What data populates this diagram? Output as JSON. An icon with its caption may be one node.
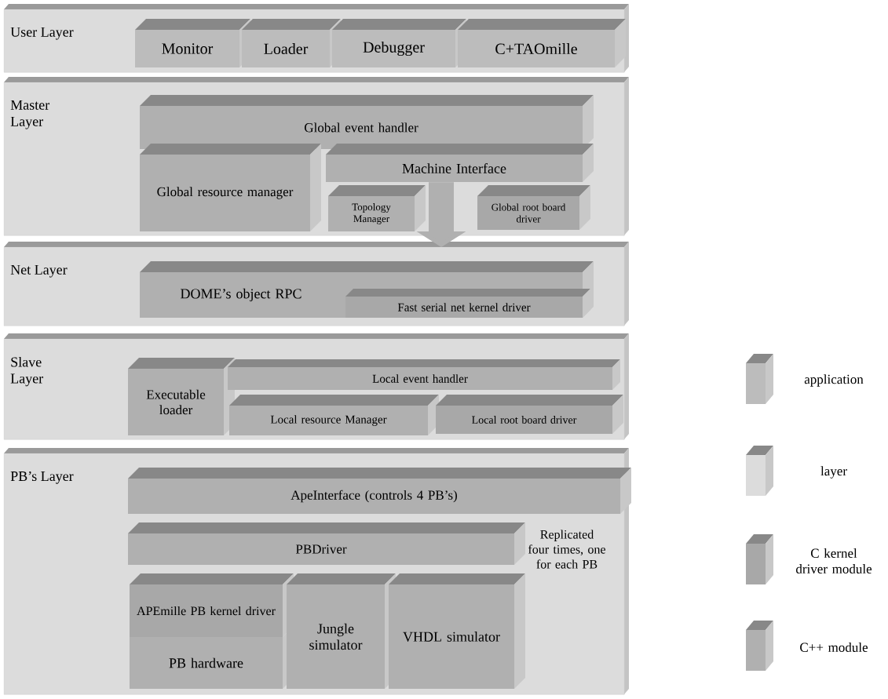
{
  "diagram": {
    "nodes": [
      {
        "text": [
          "User Layer"
        ]
      },
      {
        "text": [
          "Monitor"
        ],
        "in": 0
      },
      {
        "text": [
          "Loader"
        ],
        "in": 0
      },
      {
        "text": [
          "Debugger"
        ],
        "in": 0
      },
      {
        "text": [
          "C+TAOmille"
        ],
        "in": 0
      },
      {
        "text": [
          "Master Layer"
        ]
      },
      {
        "text": [
          "Global event handler"
        ],
        "in": 5
      },
      {
        "text": [
          "Global resource manager"
        ],
        "in": 5
      },
      {
        "text": [
          "Machine Interface"
        ],
        "in": 5
      },
      {
        "text": [
          "Topology Manager"
        ],
        "in": 5
      },
      {
        "text": [
          "Global root board driver"
        ],
        "in": 5
      },
      {
        "text": [
          "Net Layer"
        ]
      },
      {
        "text": [
          "DOME’s object RPC"
        ],
        "in": 11
      },
      {
        "text": [
          "Fast serial net kernel driver"
        ],
        "in": 12
      },
      {
        "text": [
          "Slave Layer"
        ]
      },
      {
        "text": [
          "Executable loader"
        ],
        "in": 14
      },
      {
        "text": [
          "Local event handler"
        ],
        "in": 14
      },
      {
        "text": [
          "Local resource Manager"
        ],
        "in": 14
      },
      {
        "text": [
          "Local root board driver"
        ],
        "in": 14
      },
      {
        "text": [
          "PB’s Layer"
        ]
      },
      {
        "text": [
          "ApeInterface (controls 4 PB’s)"
        ],
        "in": 19
      },
      {
        "text": [
          "PBDriver"
        ],
        "in": 19
      },
      {
        "text": [
          "APEmille PB kernel driver"
        ],
        "in": 19
      },
      {
        "text": [
          "PB hardware"
        ],
        "in": 19
      },
      {
        "text": [
          "Jungle simulator"
        ],
        "in": 19
      },
      {
        "text": [
          "VHDL simulator"
        ],
        "in": 19
      }
    ],
    "edges": [
      {
        "from": 8,
        "to": 11,
        "arrow": "to"
      }
    ],
    "labels": [
      "Replicated four times, one for each PB"
    ],
    "legend": [
      {
        "text": "application",
        "color": "#bcbcbc"
      },
      {
        "text": "layer",
        "color": "#dcdcdc"
      },
      {
        "text": "C kernel driver module",
        "color": "#a8a8a8"
      },
      {
        "text": "C++ module",
        "color": "#b0b0b0"
      }
    ]
  }
}
